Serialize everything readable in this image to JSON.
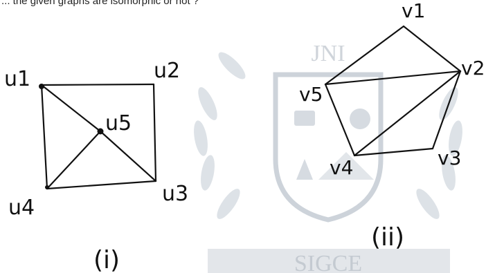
{
  "question_text": "... the given graphs are isomorphic or not ?",
  "watermark": {
    "monogram": "JNI",
    "institution": "SIGCE",
    "color": "#c9cfd6"
  },
  "graph_1": {
    "caption": "(i)",
    "vertices": [
      {
        "id": "u1",
        "label": "u1"
      },
      {
        "id": "u2",
        "label": "u2"
      },
      {
        "id": "u3",
        "label": "u3"
      },
      {
        "id": "u4",
        "label": "u4"
      },
      {
        "id": "u5",
        "label": "u5"
      }
    ],
    "edges": [
      [
        "u1",
        "u2"
      ],
      [
        "u2",
        "u3"
      ],
      [
        "u3",
        "u4"
      ],
      [
        "u4",
        "u1"
      ],
      [
        "u1",
        "u5"
      ],
      [
        "u5",
        "u3"
      ],
      [
        "u4",
        "u5"
      ]
    ]
  },
  "graph_2": {
    "caption": "(ii)",
    "vertices": [
      {
        "id": "v1",
        "label": "v1"
      },
      {
        "id": "v2",
        "label": "v2"
      },
      {
        "id": "v3",
        "label": "v3"
      },
      {
        "id": "v4",
        "label": "v4"
      },
      {
        "id": "v5",
        "label": "v5"
      }
    ],
    "edges": [
      [
        "v1",
        "v2"
      ],
      [
        "v1",
        "v5"
      ],
      [
        "v5",
        "v2"
      ],
      [
        "v2",
        "v3"
      ],
      [
        "v3",
        "v4"
      ],
      [
        "v4",
        "v5"
      ],
      [
        "v4",
        "v2"
      ]
    ]
  }
}
